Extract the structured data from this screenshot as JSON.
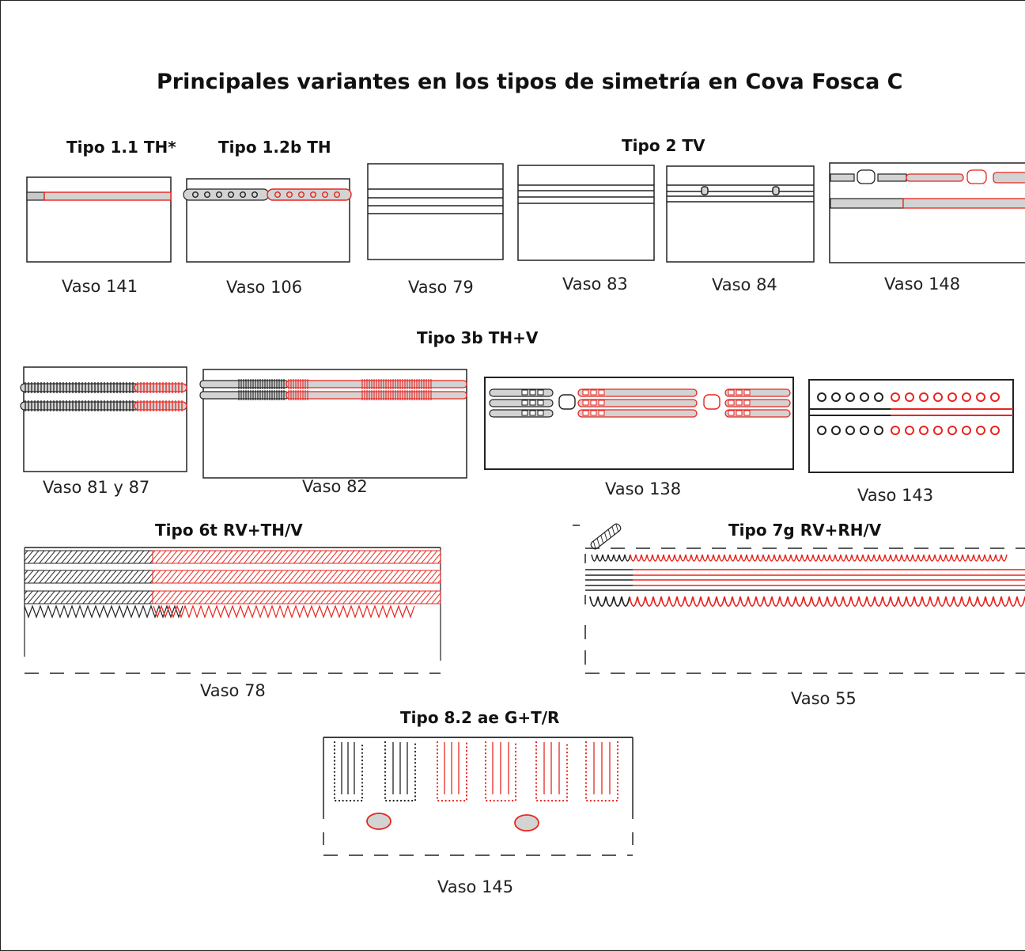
{
  "title": "Principales variantes en los tipos  de simetría en Cova Fosca C",
  "colors": {
    "ink": "#222222",
    "accent": "#e8251f",
    "fill": "#d3d3d3"
  },
  "type_headings": {
    "t1_1": "Tipo 1.1 TH*",
    "t1_2b": "Tipo 1.2b TH",
    "t2": "Tipo 2 TV",
    "t3b": "Tipo 3b TH+V",
    "t6t": "Tipo 6t RV+TH/V",
    "t7g": "Tipo 7g RV+RH/V",
    "t8_2": "Tipo 8.2 ae G+T/R"
  },
  "vessels": {
    "v141": "Vaso 141",
    "v106": "Vaso 106",
    "v79": "Vaso 79",
    "v83": "Vaso 83",
    "v84": "Vaso 84",
    "v148": "Vaso 148",
    "v81_87": "Vaso 81 y 87",
    "v82": "Vaso 82",
    "v138": "Vaso 138",
    "v143": "Vaso 143",
    "v78": "Vaso 78",
    "v55": "Vaso 55",
    "v145": "Vaso 145"
  }
}
